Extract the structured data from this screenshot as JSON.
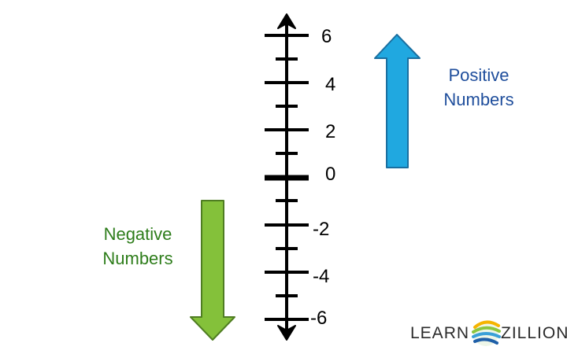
{
  "number_line": {
    "labels": [
      "6",
      "4",
      "2",
      "0",
      "-2",
      "-4",
      "-6"
    ],
    "axis_color": "#000000"
  },
  "positive": {
    "line1": "Positive",
    "line2": "Numbers",
    "text_color": "#1f4e9c",
    "arrow_color": "#20a8e0",
    "arrow_direction": "up"
  },
  "negative": {
    "line1": "Negative",
    "line2": "Numbers",
    "text_color": "#2e7d1b",
    "arrow_color": "#84c13a",
    "arrow_direction": "down"
  },
  "logo": {
    "left_text": "LEARN",
    "right_text": "ZILLION",
    "icon": "swirl-globe-icon"
  }
}
